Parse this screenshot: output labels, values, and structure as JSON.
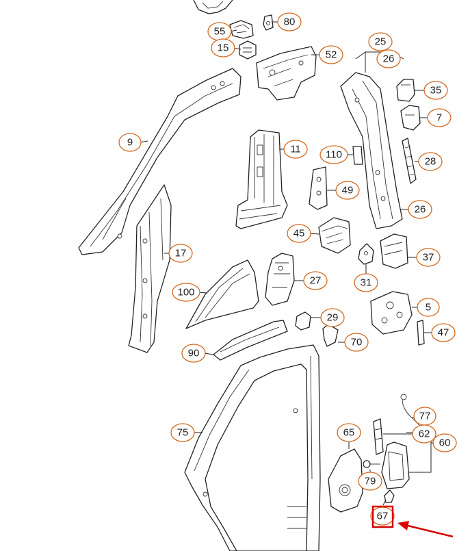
{
  "diagram": {
    "callouts": [
      {
        "id": "c80",
        "label": "80"
      },
      {
        "id": "c55",
        "label": "55"
      },
      {
        "id": "c15",
        "label": "15"
      },
      {
        "id": "c52",
        "label": "52"
      },
      {
        "id": "c25",
        "label": "25"
      },
      {
        "id": "c26a",
        "label": "26"
      },
      {
        "id": "c35",
        "label": "35"
      },
      {
        "id": "c7",
        "label": "7"
      },
      {
        "id": "c9",
        "label": "9"
      },
      {
        "id": "c11",
        "label": "11"
      },
      {
        "id": "c110",
        "label": "110"
      },
      {
        "id": "c28",
        "label": "28"
      },
      {
        "id": "c49",
        "label": "49"
      },
      {
        "id": "c26b",
        "label": "26"
      },
      {
        "id": "c45",
        "label": "45"
      },
      {
        "id": "c17",
        "label": "17"
      },
      {
        "id": "c37",
        "label": "37"
      },
      {
        "id": "c31",
        "label": "31"
      },
      {
        "id": "c27",
        "label": "27"
      },
      {
        "id": "c100",
        "label": "100"
      },
      {
        "id": "c5",
        "label": "5"
      },
      {
        "id": "c29",
        "label": "29"
      },
      {
        "id": "c47",
        "label": "47"
      },
      {
        "id": "c70",
        "label": "70"
      },
      {
        "id": "c90",
        "label": "90"
      },
      {
        "id": "c77",
        "label": "77"
      },
      {
        "id": "c65",
        "label": "65"
      },
      {
        "id": "c62",
        "label": "62"
      },
      {
        "id": "c60",
        "label": "60"
      },
      {
        "id": "c75",
        "label": "75"
      },
      {
        "id": "c79",
        "label": "79"
      },
      {
        "id": "c67",
        "label": "67"
      }
    ],
    "highlighted_callout": "67",
    "colors": {
      "callout_border": "#d2691e",
      "highlight": "#d80000",
      "line": "#222222"
    }
  }
}
